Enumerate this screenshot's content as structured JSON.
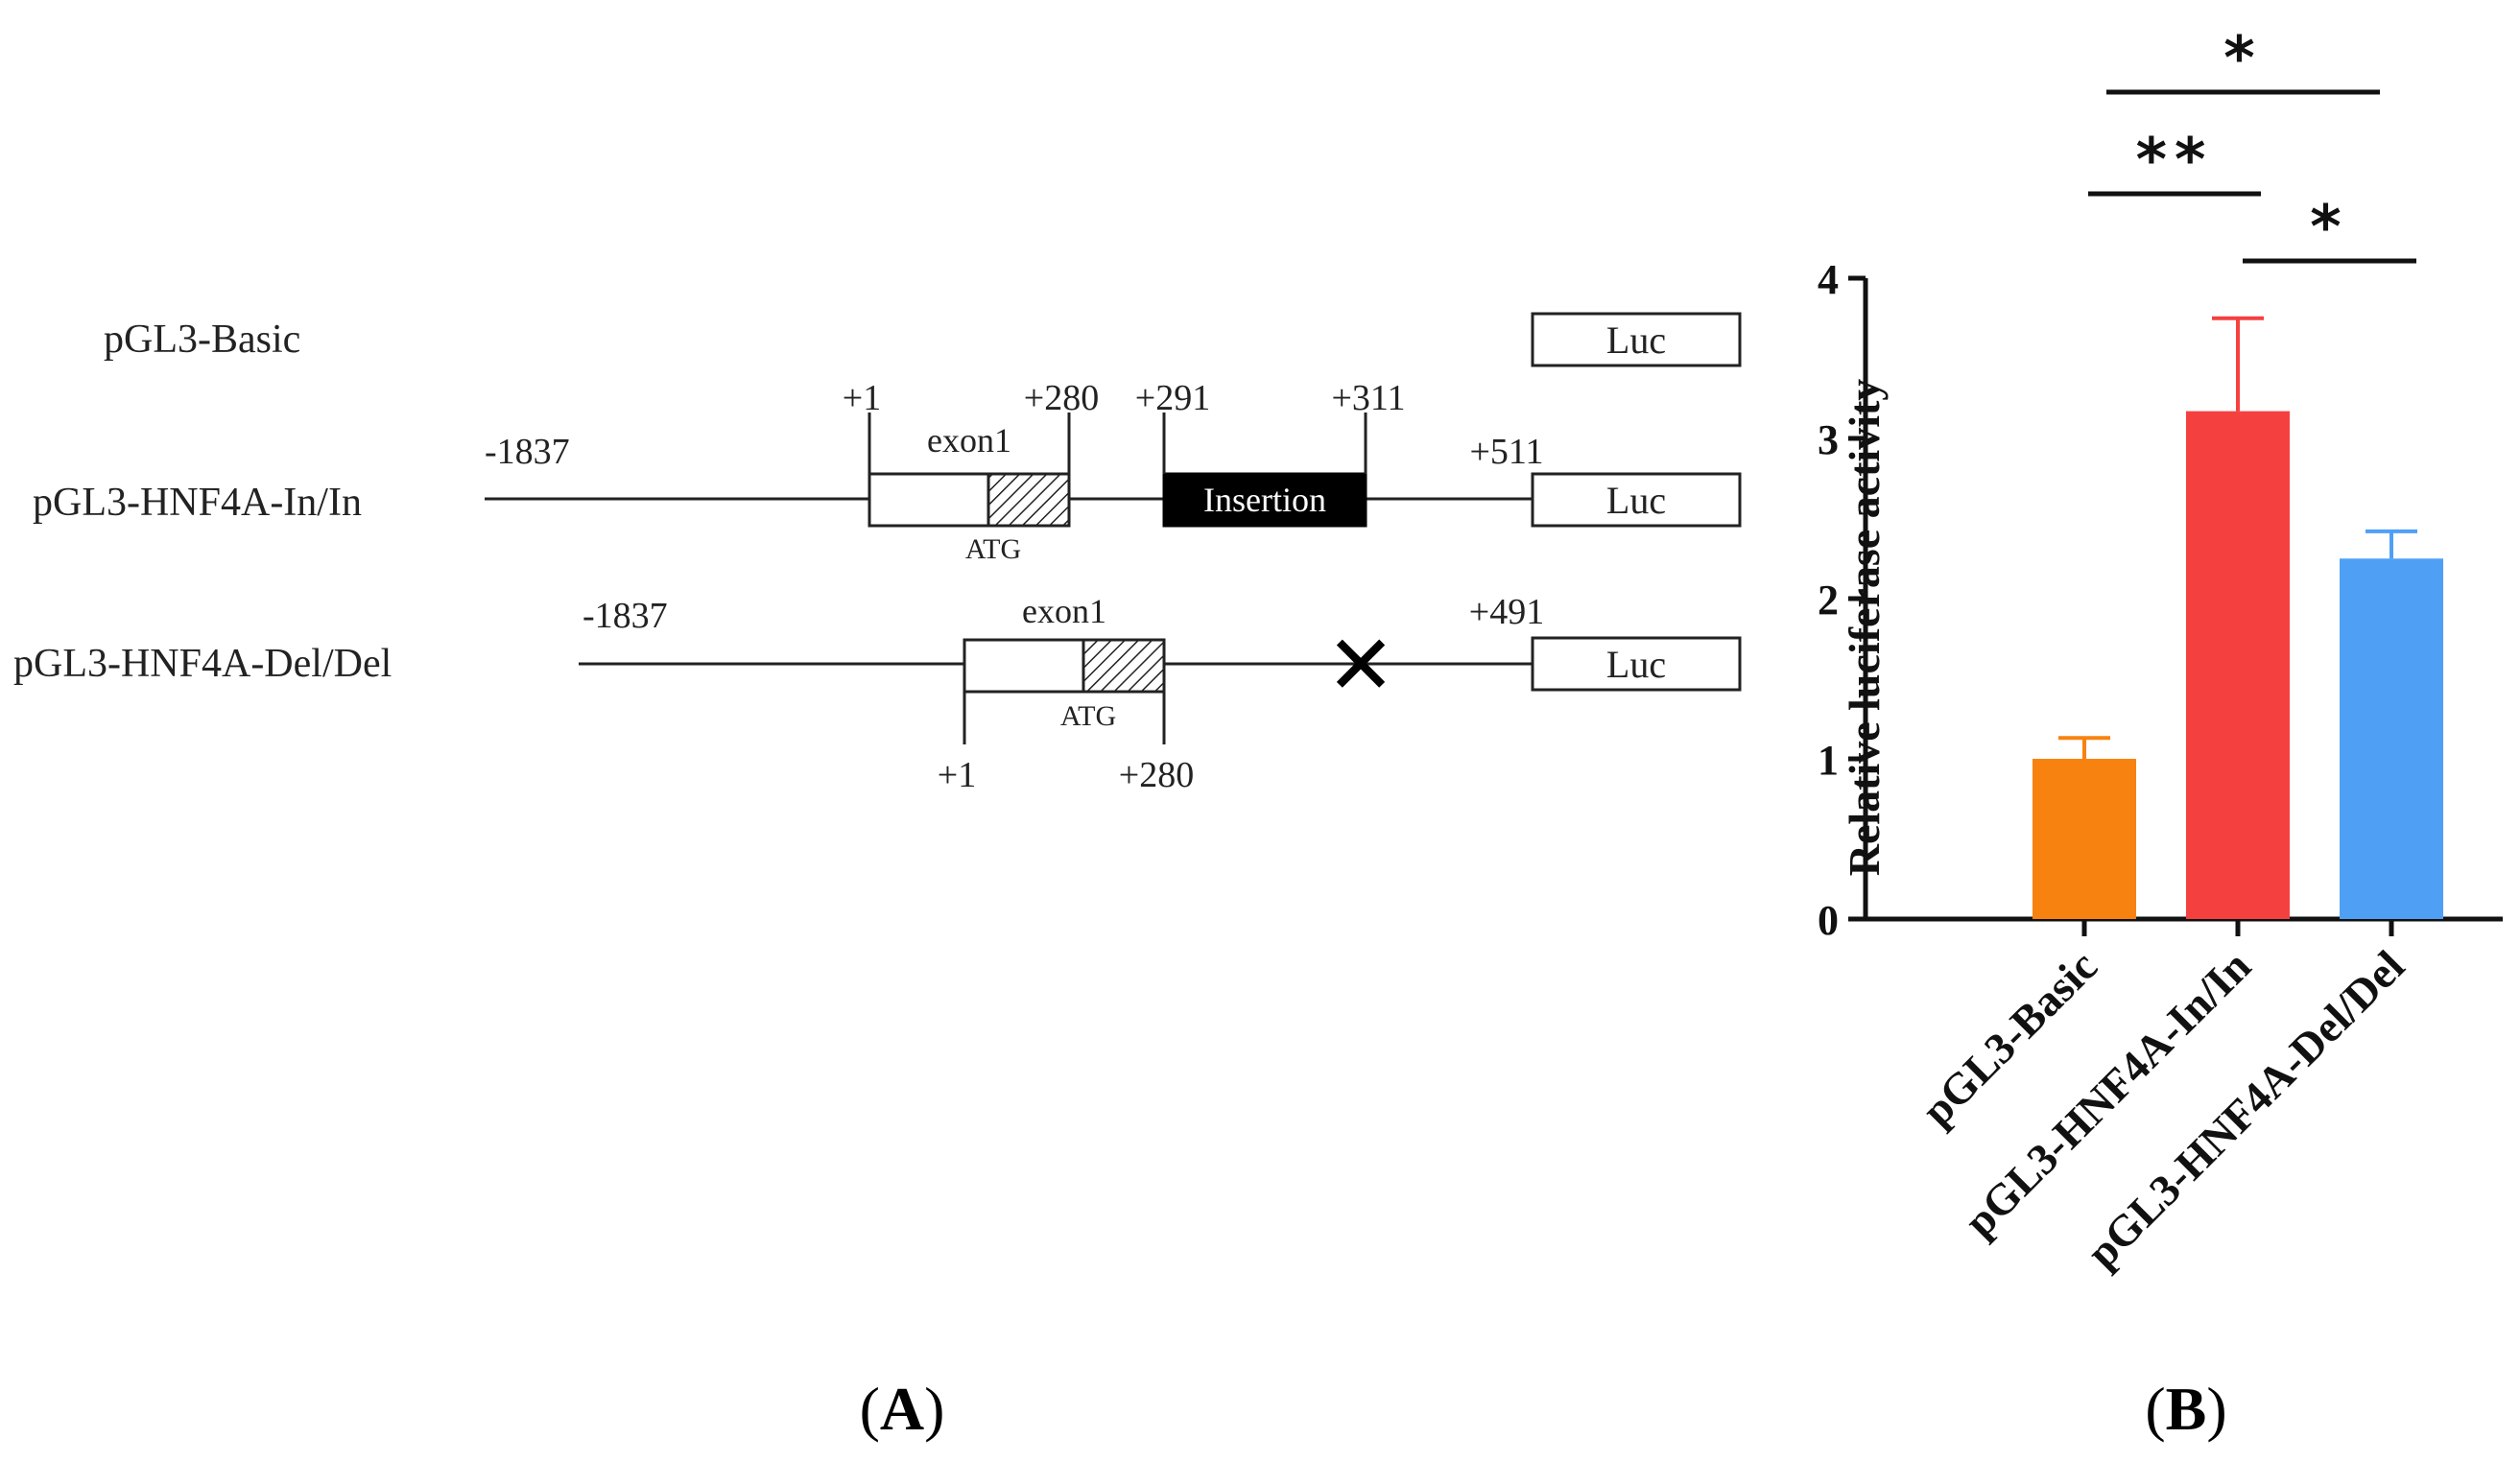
{
  "panel_a": {
    "label_open": "(",
    "label_letter": "A",
    "label_close": ")",
    "constructs": [
      {
        "name": "pGL3-Basic",
        "reporter": "Luc"
      },
      {
        "name": "pGL3-HNF4A-In/In",
        "reporter": "Luc",
        "start": "-1837",
        "exon_label": "exon1",
        "atg_label": "ATG",
        "exon_start": "+1",
        "exon_end": "+280",
        "insertion_start": "+291",
        "insertion_end": "+311",
        "insertion_label": "Insertion",
        "end": "+511"
      },
      {
        "name": "pGL3-HNF4A-Del/Del",
        "reporter": "Luc",
        "start": "-1837",
        "exon_label": "exon1",
        "atg_label": "ATG",
        "exon_start": "+1",
        "exon_end": "+280",
        "end": "+491",
        "deletion_mark": "✕"
      }
    ]
  },
  "panel_b": {
    "label_open": "(",
    "label_letter": "B",
    "label_close": ")",
    "significance": [
      {
        "text": "*",
        "from": 0,
        "to": 2
      },
      {
        "text": "**",
        "from": 0,
        "to": 1
      },
      {
        "text": "*",
        "from": 1,
        "to": 2
      }
    ]
  },
  "chart_data": {
    "type": "bar",
    "categories": [
      "pGL3-Basic",
      "pGL3-HNF4A-In/In",
      "pGL3-HNF4A-Del/Del"
    ],
    "values": [
      1.0,
      3.17,
      2.25
    ],
    "errors": [
      0.13,
      0.58,
      0.17
    ],
    "colors": [
      "#F8820F",
      "#F54040",
      "#4FA0F5"
    ],
    "ylabel": "Relative luciferase activity",
    "xlabel": "",
    "ylim": [
      0,
      4
    ],
    "yticks": [
      0,
      1,
      2,
      3,
      4
    ],
    "grid": false
  }
}
